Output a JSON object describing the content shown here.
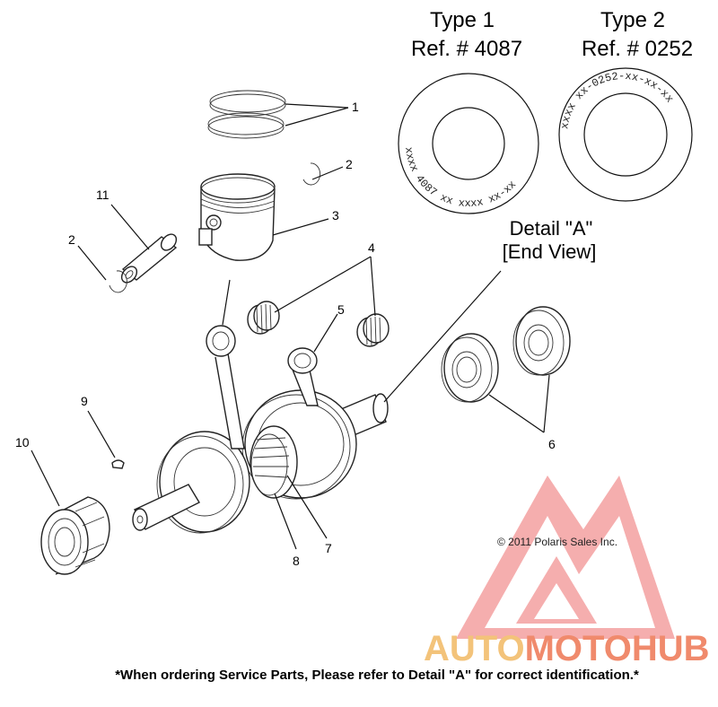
{
  "detail_types": {
    "type1": {
      "title": "Type 1",
      "ref": "Ref. # 4087",
      "stamp": "xxxx 4087 xx xxxx xx-xx"
    },
    "type2": {
      "title": "Type 2",
      "ref": "Ref. # 0252",
      "stamp": "xxxx xx-0252-xx-xx-xx"
    }
  },
  "detail_label": {
    "line1": "Detail \"A\"",
    "line2": "[End View]"
  },
  "callouts": [
    "1",
    "2",
    "2",
    "3",
    "4",
    "5",
    "6",
    "7",
    "8",
    "9",
    "10",
    "11"
  ],
  "copyright": "© 2011 Polaris Sales Inc.",
  "watermark": {
    "text_part1": "AUTO",
    "text_part2": "MOTO",
    "text_part3": "HUB",
    "color_part1": "#f3c37a",
    "color_part2": "#f08a6c",
    "color_part3": "#f08a6c",
    "logo_color": "#f08080"
  },
  "footer_note": "*When ordering Service Parts, Please refer to Detail \"A\" for correct identification.*"
}
